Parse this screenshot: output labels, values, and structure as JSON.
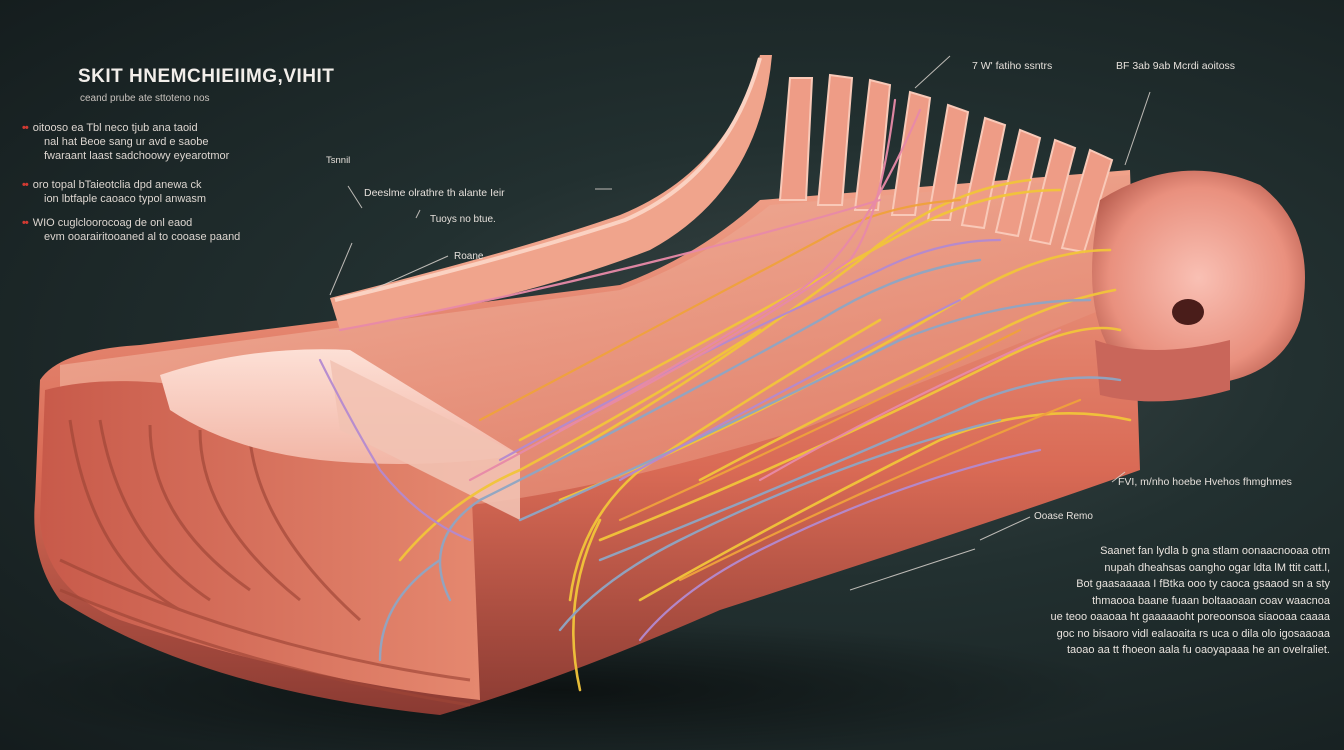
{
  "heading": {
    "title": "SKIT HNEMCHIEIIMG,VIHIT",
    "subtitle": "ceand prube ate sttoteno nos"
  },
  "bullets": [
    {
      "lines": [
        "oitooso ea Tbl neco tjub ana taoid",
        "nal hat Beoe sang ur avd e saobe",
        "fwaraant laast sadchoowy eyearotmor"
      ]
    },
    {
      "lines": [
        "oro topal bTaieotclia dpd anewa ck",
        "ion lbtfaple caoaco typol anwasm"
      ]
    },
    {
      "lines": [
        "WIO cuglcloorocoag de onl eaod",
        "evm ooarairitooaned al to cooase paand"
      ]
    }
  ],
  "labels": {
    "top_mid": "7 W' fatiho ssntrs",
    "top_right": "BF 3ab 9ab Mcrdi aoitoss",
    "left_small": "Tsnnil",
    "center_main": "Deeslme olrathre th alante Ieir",
    "center_sub": "Tuoys no btue.",
    "center_small": "Roane",
    "right_mid": "FVI, m/nho hoebe Hvehos fhmghmes",
    "right_small": "Ooase Remo"
  },
  "paragraph": [
    "Saanet fan lydla b gna stlam oonaacnooaa otm",
    "nupah dheahsas oangho ogar ldta lM ttit catt.l,",
    "Bot gaasaaaaa I fBtka ooo ty caoca gsaaod sn a sty",
    "thmaooa baane fuaan boltaaoaan coav waacnoa",
    "ue teoo oaaoaa ht gaaaaaoht poreoonsoa siaooaa caaaa",
    "goc no bisaoro vidl ealaoaita rs uca o dila olo igosaaoaa",
    "taoao aa tt fhoeon aala fu oaoyapaaa he an ovelraliet."
  ],
  "colors": {
    "background": "#1c2526",
    "tissue": "#e8826d",
    "tissue_light": "#f4b8a2",
    "nerve_yellow": "#f2c53a",
    "nerve_blue": "#8fa6c4",
    "nerve_purple": "#b48ad0",
    "nerve_pink": "#e88aa8",
    "bullet_marker": "#d23a32"
  }
}
